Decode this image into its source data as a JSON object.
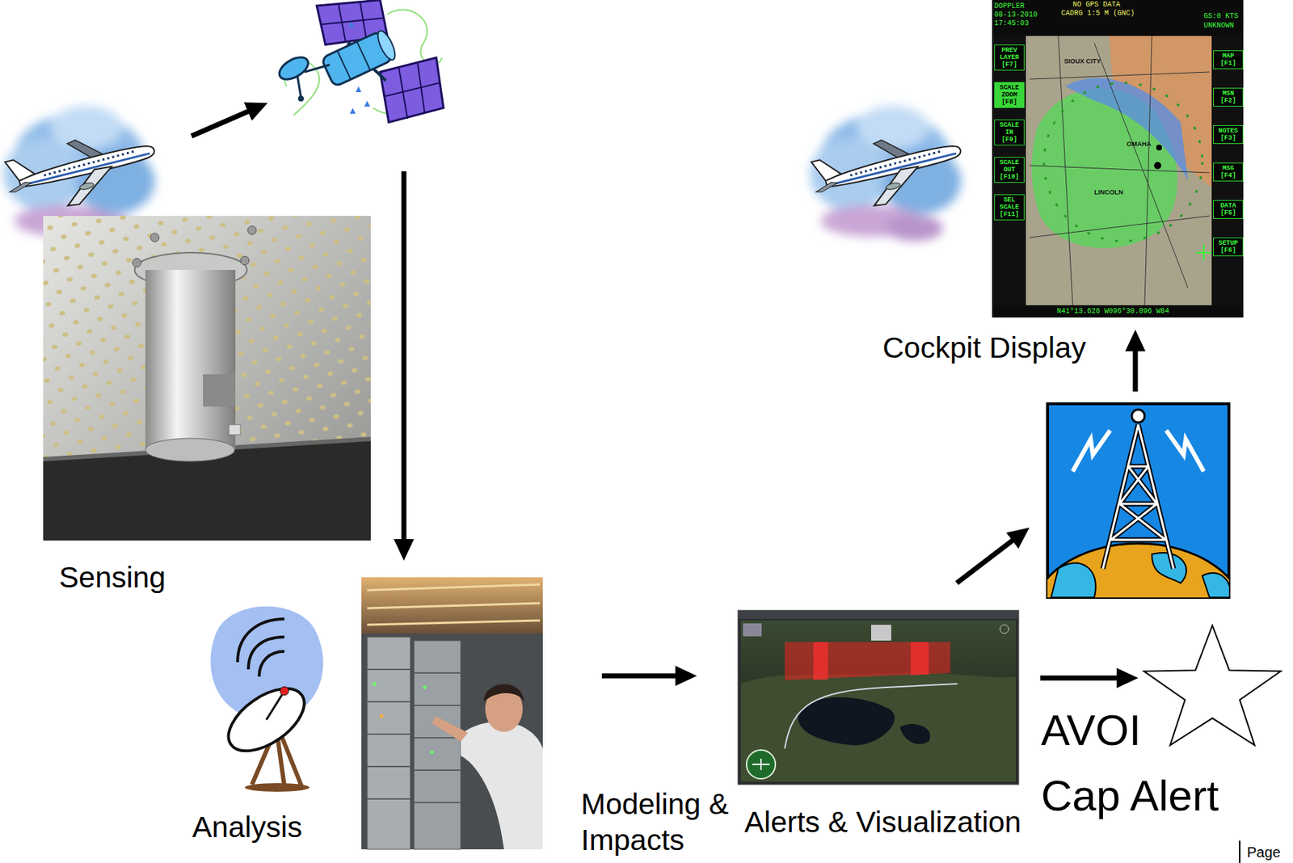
{
  "diagram": {
    "nodes": [
      {
        "text": [
          "Sensing"
        ]
      },
      {
        "text": [
          "Analysis"
        ]
      },
      {
        "text": [
          "Alerts & Visualization"
        ]
      },
      {
        "text": [
          "AVOI Cap Alert"
        ]
      },
      {
        "text": [
          "Cockpit Display"
        ]
      }
    ],
    "edges": [
      {
        "from": 1,
        "to": 2,
        "arrow": "to",
        "label": "Modeling & Impacts"
      },
      {
        "from": 2,
        "to": 3,
        "arrow": "to"
      }
    ],
    "labels": [
      "DOPPLER",
      "08-13-2010",
      "17:45:03",
      "NO GPS DATA",
      "CADRG 1:5 M (GNC)",
      "GS:0 KTS",
      "UNKNOWN",
      "PREV LAYER [F7]",
      "SCALE ZOOM [F8]",
      "SCALE IN [F9]",
      "SCALE OUT [F10]",
      "SEL SCALE [F11]",
      "MAP [F1]",
      "MSN [F2]",
      "NOTES [F3]",
      "MSG [F4]",
      "DATA [F5]",
      "SETUP [F6]",
      "SIOUX CITY",
      "OMAHA",
      "LINCOLN",
      "N41°13.626 W096°30.896 W84",
      "Page"
    ]
  }
}
